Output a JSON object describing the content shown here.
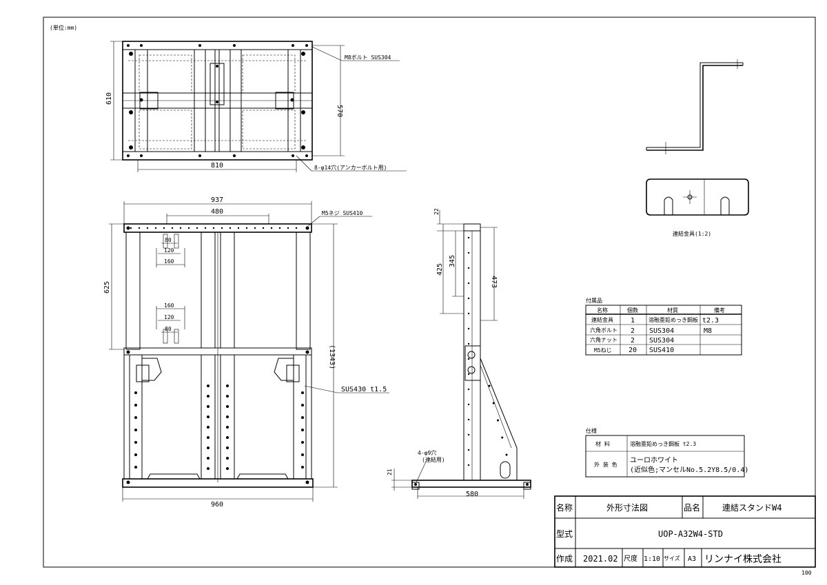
{
  "unit_note": "(単位:mm)",
  "top_view": {
    "bolt_label": "M8ボルト SUS304",
    "dim_depth": "610",
    "dim_depth_inner": "570",
    "dim_width": "810",
    "hole_label": "8-φ14穴(アンカーボルト用)"
  },
  "front_view": {
    "dim_total_width": "937",
    "dim_480": "480",
    "screw_label": "M5ネジ SUS410",
    "dim_80_a": "80",
    "dim_120_a": "120",
    "dim_160_a": "160",
    "dim_160_b": "160",
    "dim_120_b": "120",
    "dim_80_b": "80",
    "dim_625": "625",
    "dim_1343": "(1343)",
    "material_label": "SUS430 t1.5",
    "dim_960": "960"
  },
  "side_view": {
    "dim_22": "22",
    "dim_425": "425",
    "dim_345": "345",
    "dim_473": "473",
    "hole_label_1": "4-φ9穴",
    "hole_label_2": "(連結用)",
    "dim_21": "21",
    "dim_580": "580"
  },
  "bracket": {
    "caption": "連結金具(1:2)"
  },
  "accessories": {
    "title": "付属品",
    "headers": [
      "名称",
      "個数",
      "材質",
      "備考"
    ],
    "rows": [
      [
        "連結金具",
        "1",
        "溶融亜鉛めっき鋼板",
        "t2.3"
      ],
      [
        "六角ボルト",
        "2",
        "SUS304",
        "M8"
      ],
      [
        "六角ナット",
        "2",
        "SUS304",
        ""
      ],
      [
        "M5ねじ",
        "20",
        "SUS410",
        ""
      ]
    ]
  },
  "spec": {
    "title": "仕様",
    "material_key": "材 料",
    "material_value": "溶融亜鉛めっき鋼板 t2.3",
    "color_key": "外 装 色",
    "color_value_1": "ユーロホワイト",
    "color_value_2": "(近似色;マンセルNo.5.2Y8.5/0.4)"
  },
  "title_block": {
    "name_label": "名称",
    "name_value": "外形寸法図",
    "product_label": "品名",
    "product_value": "連結スタンドW4",
    "model_label": "型式",
    "model_value": "UOP-A32W4-STD",
    "made_label": "作成",
    "made_value": "2021.02",
    "scale_label": "尺度",
    "scale_value": "1:10",
    "size_label": "サイズ",
    "size_value": "A3",
    "company": "リンナイ株式会社"
  },
  "sheet_number": "100"
}
